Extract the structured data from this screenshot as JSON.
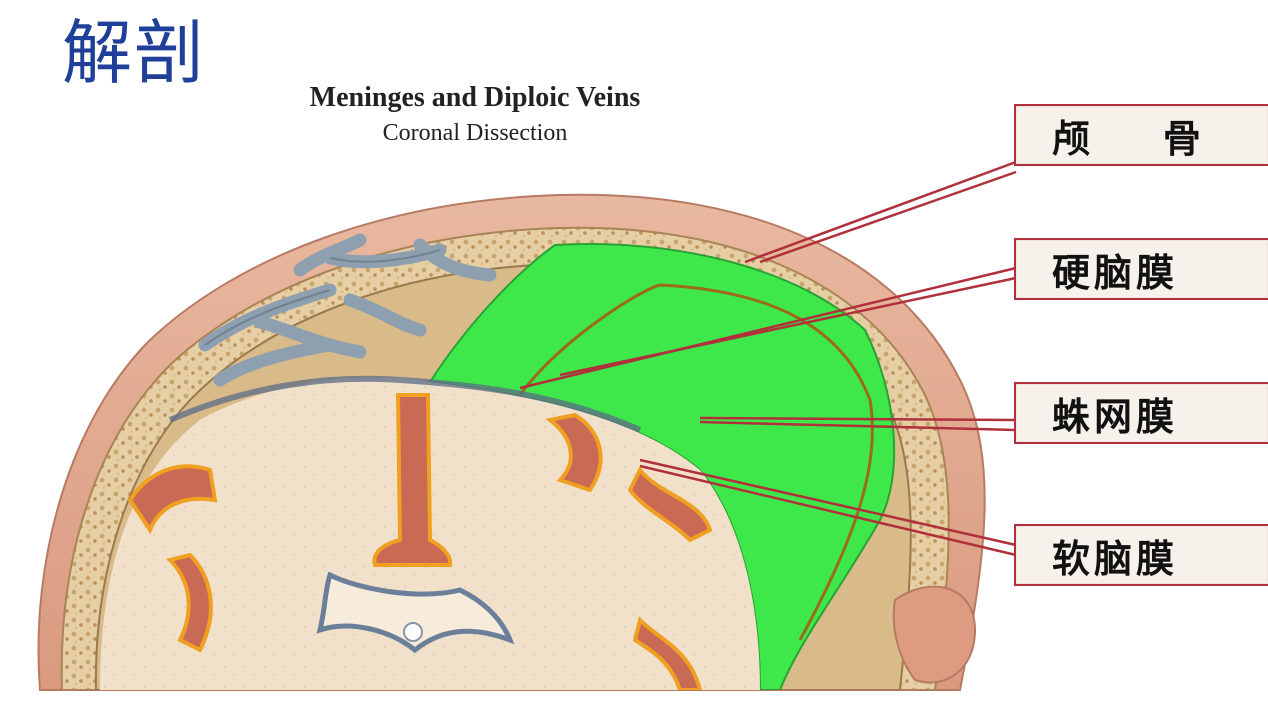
{
  "slide": {
    "title": "解剖"
  },
  "figure": {
    "title": "Meninges and Diploic Veins",
    "subtitle": "Coronal Dissection"
  },
  "labels": [
    {
      "text": "颅    骨"
    },
    {
      "text": "硬脑膜"
    },
    {
      "text": "蛛网膜"
    },
    {
      "text": "软脑膜"
    }
  ],
  "colors": {
    "title_blue": "#1f3f99",
    "leader_line": "#b0303b",
    "dura_highlight": "#3fe84a",
    "bone": "#e8cfa6",
    "vein": "#8e9fb0",
    "pia": "#f0a020"
  }
}
